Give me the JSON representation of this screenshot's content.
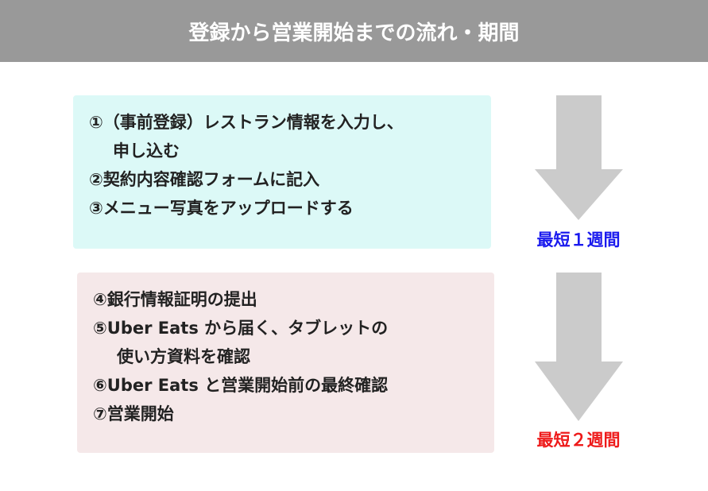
{
  "header": {
    "title": "登録から営業開始までの流れ・期間"
  },
  "group1": {
    "items": [
      {
        "text": "①（事前登録）レストラン情報を入力し、",
        "cont": "申し込む"
      },
      {
        "text": "②契約内容確認フォームに記入",
        "cont": ""
      },
      {
        "text": "③メニュー写真をアップロードする",
        "cont": ""
      }
    ]
  },
  "group2": {
    "items": [
      {
        "text": "④銀行情報証明の提出",
        "cont": ""
      },
      {
        "text": "⑤Uber Eats から届く、タブレットの",
        "cont": "使い方資料を確認"
      },
      {
        "text": "⑥Uber Eats と営業開始前の最終確認",
        "cont": ""
      },
      {
        "text": "⑦営業開始",
        "cont": ""
      }
    ]
  },
  "durations": [
    {
      "label": "最短１週間",
      "color": "#1a1aee"
    },
    {
      "label": "最短２週間",
      "color": "#ee1a1a"
    }
  ],
  "colors": {
    "arrow": "#cbcbcb",
    "header": "#999999"
  }
}
